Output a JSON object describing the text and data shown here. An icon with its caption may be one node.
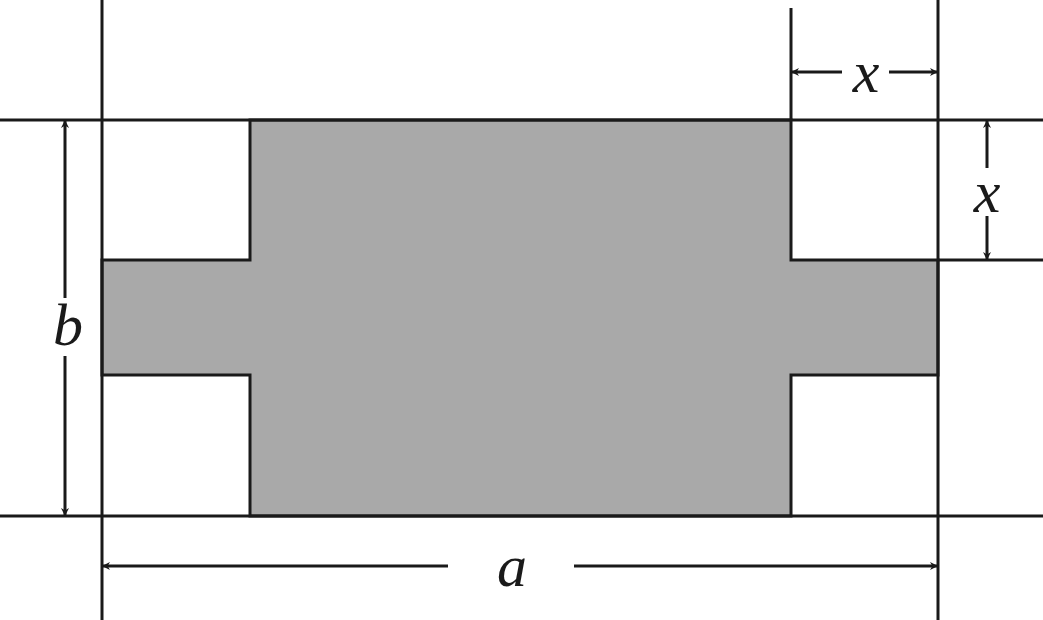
{
  "diagram": {
    "labels": [
      "x",
      "x",
      "b",
      "a"
    ]
  }
}
